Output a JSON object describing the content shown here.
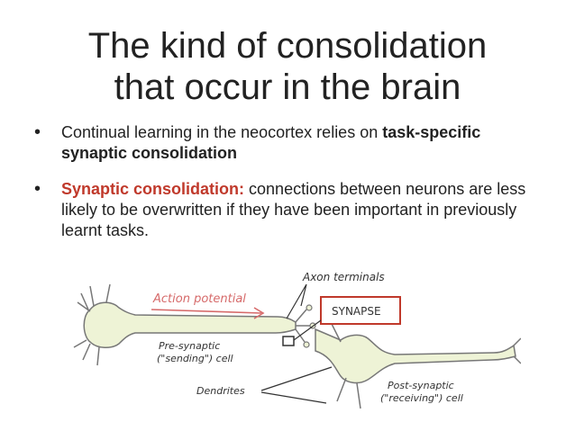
{
  "title": {
    "line1": "The kind of consolidation",
    "line2": "that occur in the brain"
  },
  "bullets": [
    {
      "text_before": "Continual learning in the neocortex relies on ",
      "bold_part": "task-specific synaptic consolidation"
    },
    {
      "highlight": "Synaptic consolidation:",
      "text_after": " connections between neurons are less likely to be overwritten if they have been important in previously learnt tasks."
    }
  ],
  "figure": {
    "labels": {
      "action_potential": "Action potential",
      "axon_terminals": "Axon terminals",
      "synapse": "SYNAPSE",
      "presynaptic_line1": "Pre-synaptic",
      "presynaptic_line2": "(\"sending\") cell",
      "dendrites": "Dendrites",
      "postsynaptic_line1": "Post-synaptic",
      "postsynaptic_line2": "(\"receiving\") cell"
    },
    "colors": {
      "neuron_fill": "#eef3d6",
      "neuron_stroke": "#777777",
      "accent_red": "#c0392b",
      "action_potential_text": "#d66a6a"
    }
  }
}
